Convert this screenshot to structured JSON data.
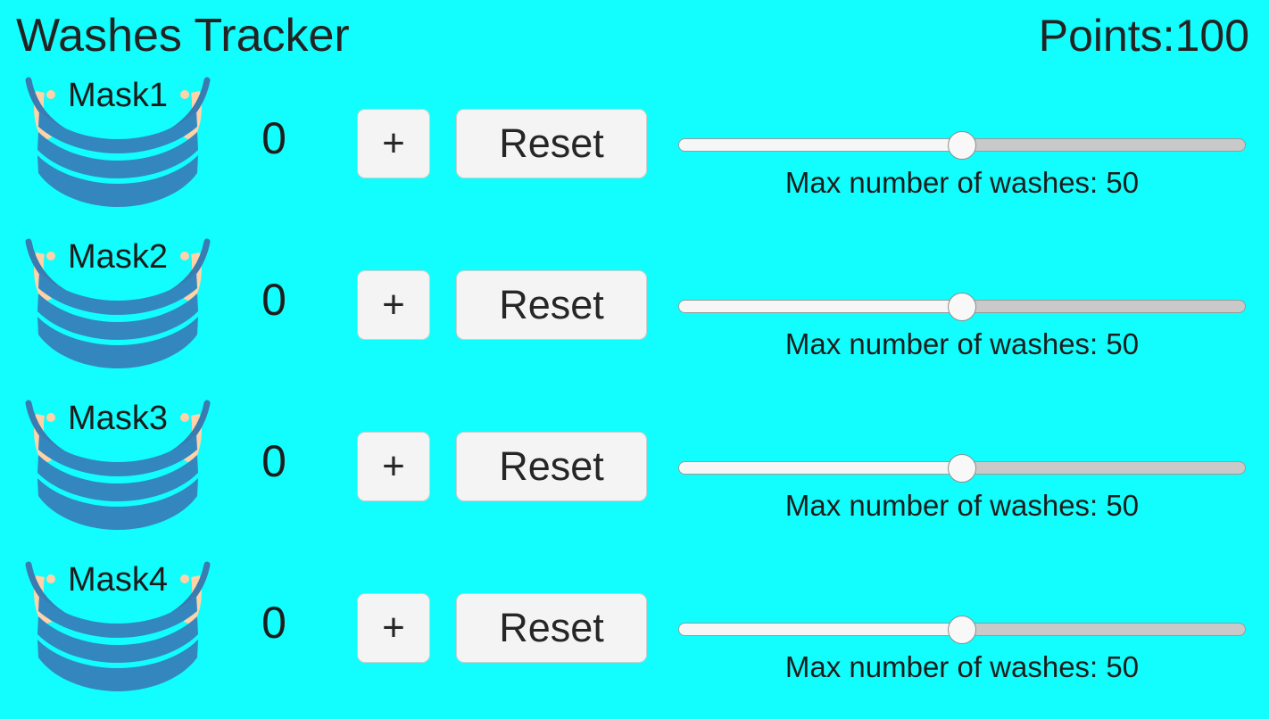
{
  "app": {
    "title": "Washes Tracker",
    "points_label": "Points:100",
    "background_color": "#12FDFD",
    "text_color": "#222222"
  },
  "colors": {
    "background": "#12FDFD",
    "mask_body": "#3387BE",
    "mask_strap": "#FFD2A8",
    "button_face": "#F4F4F4",
    "button_border": "#CFCFCF",
    "slider_track_unfilled": "#C9C9C9",
    "slider_track_filled": "#F6F6F6",
    "slider_thumb": "#F8F8F8"
  },
  "controls": {
    "increment_label": "+",
    "reset_label": "Reset",
    "slider_caption_prefix": "Max number of washes: "
  },
  "rows": [
    {
      "mask_label": "Mask1",
      "count": "0",
      "increment_label": "+",
      "reset_label": "Reset",
      "slider": {
        "value": 50,
        "min": 0,
        "max": 100,
        "percent": 50
      },
      "slider_caption": "Max number of washes: 50",
      "mask_icon": "face-mask-icon"
    },
    {
      "mask_label": "Mask2",
      "count": "0",
      "increment_label": "+",
      "reset_label": "Reset",
      "slider": {
        "value": 50,
        "min": 0,
        "max": 100,
        "percent": 50
      },
      "slider_caption": "Max number of washes: 50",
      "mask_icon": "face-mask-icon"
    },
    {
      "mask_label": "Mask3",
      "count": "0",
      "increment_label": "+",
      "reset_label": "Reset",
      "slider": {
        "value": 50,
        "min": 0,
        "max": 100,
        "percent": 50
      },
      "slider_caption": "Max number of washes: 50",
      "mask_icon": "face-mask-icon"
    },
    {
      "mask_label": "Mask4",
      "count": "0",
      "increment_label": "+",
      "reset_label": "Reset",
      "slider": {
        "value": 50,
        "min": 0,
        "max": 100,
        "percent": 50
      },
      "slider_caption": "Max number of washes: 50",
      "mask_icon": "face-mask-icon"
    }
  ]
}
